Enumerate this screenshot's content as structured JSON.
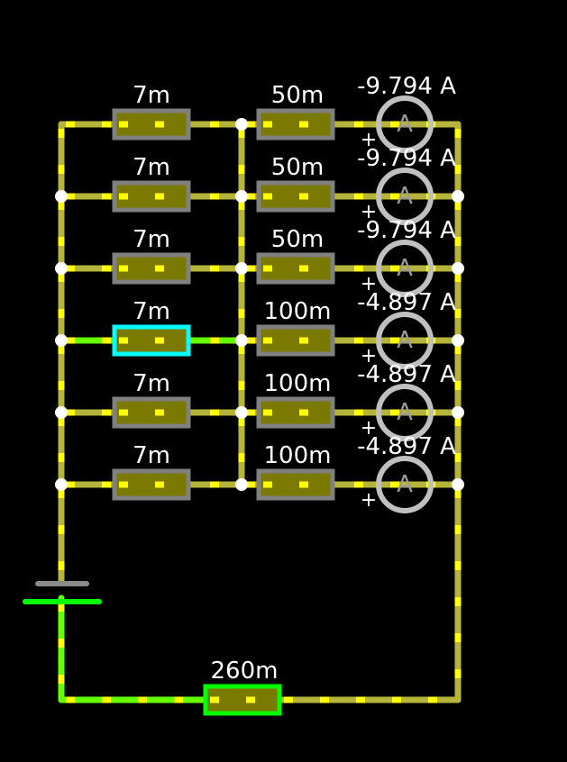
{
  "circuit": {
    "rows": [
      {
        "r1_label": "7m",
        "r2_label": "50m",
        "meter_reading": "-9.794 A",
        "meter_letter": "A",
        "meter_sign": "+"
      },
      {
        "r1_label": "7m",
        "r2_label": "50m",
        "meter_reading": "-9.794 A",
        "meter_letter": "A",
        "meter_sign": "+"
      },
      {
        "r1_label": "7m",
        "r2_label": "50m",
        "meter_reading": "-9.794 A",
        "meter_letter": "A",
        "meter_sign": "+"
      },
      {
        "r1_label": "7m",
        "r2_label": "100m",
        "meter_reading": "-4.897 A",
        "meter_letter": "A",
        "meter_sign": "+",
        "selected": true
      },
      {
        "r1_label": "7m",
        "r2_label": "100m",
        "meter_reading": "-4.897 A",
        "meter_letter": "A",
        "meter_sign": "+"
      },
      {
        "r1_label": "7m",
        "r2_label": "100m",
        "meter_reading": "-4.897 A",
        "meter_letter": "A",
        "meter_sign": "+"
      }
    ],
    "bottom_resistor_label": "260m"
  },
  "colors": {
    "background": "#000000",
    "wire": "#b5b53c",
    "wire_dash": "#ffff00",
    "wire_active": "#66ff00",
    "resistor_body": "#7a7a00",
    "resistor_outline": "#808080",
    "selected_outline": "#00ffff",
    "active_outline": "#00ff00",
    "meter_ring": "#c0c0c0",
    "node": "#ffffff",
    "label": "#ffffff"
  }
}
